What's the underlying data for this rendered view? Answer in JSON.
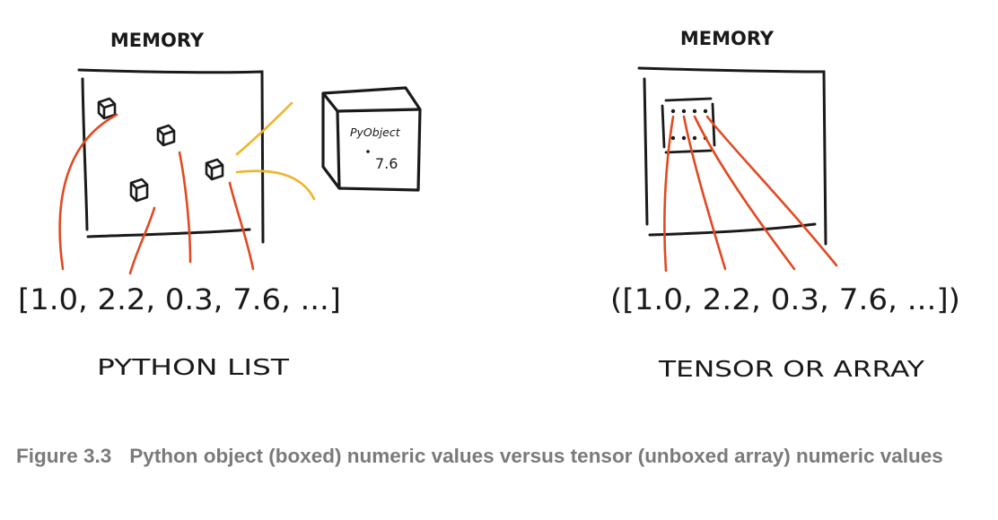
{
  "left_panel": {
    "memory_label": "MEMORY",
    "pyobject_label": "PyObject",
    "pyobject_value": "7.6",
    "list_text": "[1.0, 2.2, 0.3, 7.6, ...]",
    "title": "PYTHON LIST"
  },
  "right_panel": {
    "memory_label": "MEMORY",
    "list_text": "([1.0, 2.2, 0.3, 7.6, ...])",
    "title": "TENSOR OR ARRAY"
  },
  "caption": {
    "number": "Figure 3.3",
    "text": "Python object (boxed) numeric values versus tensor (unboxed array) numeric values"
  },
  "colors": {
    "ink": "#1a1a1a",
    "pointer": "#e04a22",
    "highlight": "#f0b428",
    "caption": "#7a7a7a"
  }
}
